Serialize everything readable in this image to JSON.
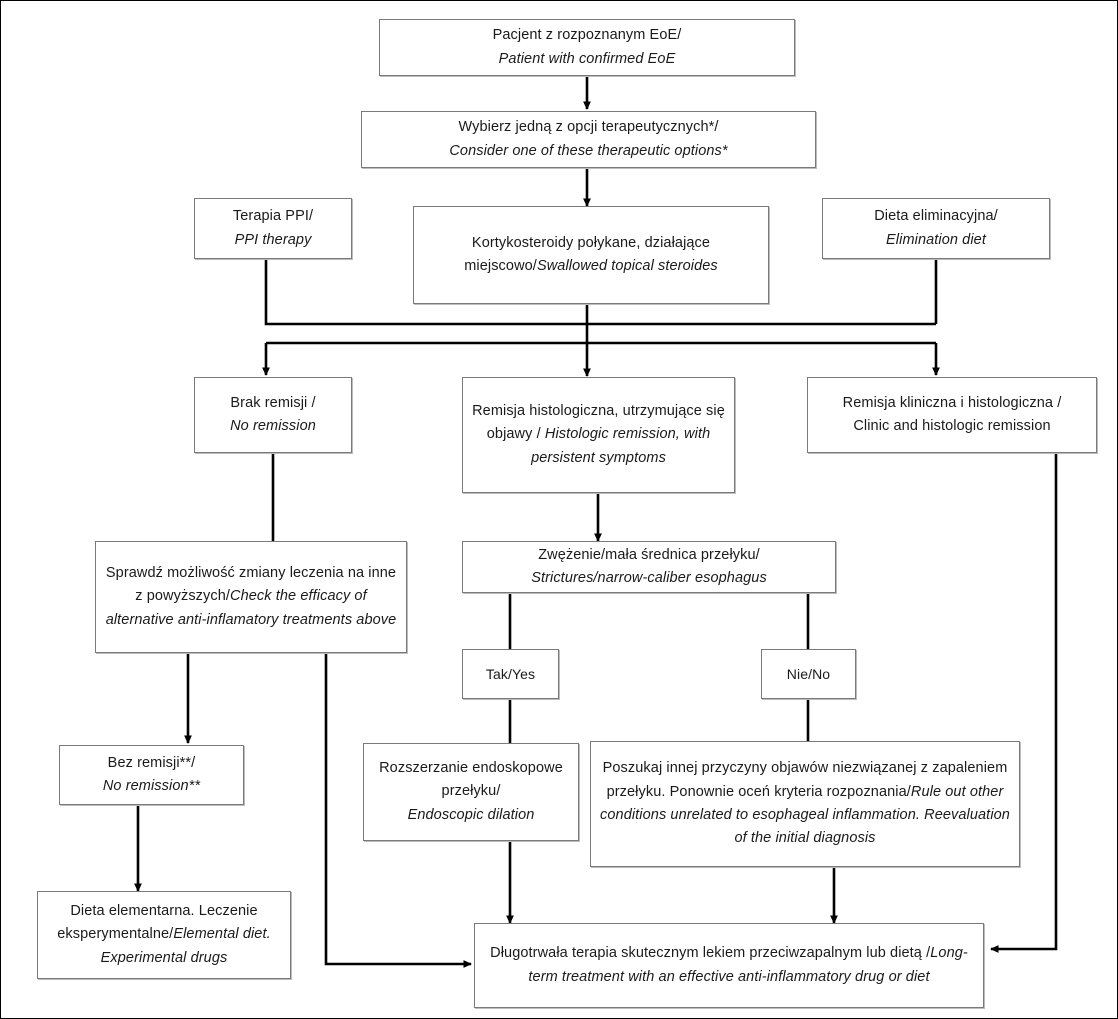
{
  "diagram": {
    "title": "EoE treatment algorithm flowchart",
    "language_note": "Polish / English (italic)",
    "colors": {
      "box_border": "#7a7a7a",
      "box_shadow": "#bdbdbd",
      "connector": "#000000",
      "background": "#ffffff",
      "text": "#1a1a1a"
    }
  },
  "nodes": {
    "patient": {
      "pl": "Pacjent z rozpoznanym EoE/",
      "en": "Patient with confirmed EoE"
    },
    "consider_options": {
      "pl": "Wybierz jedną z opcji terapeutycznych*/",
      "en": "Consider one of these therapeutic options*"
    },
    "ppi": {
      "pl": "Terapia PPI/",
      "en": "PPI therapy"
    },
    "steroids": {
      "pl": "Kortykosteroidy połykane, działające miejscowo/",
      "en": "Swallowed topical steroides"
    },
    "elimination_diet": {
      "pl": "Dieta eliminacyjna/",
      "en": "Elimination diet"
    },
    "no_remission": {
      "pl": "Brak remisji /",
      "en": "No remission"
    },
    "histologic_remission": {
      "pl": "Remisja histologiczna, utrzymujące się objawy /",
      "en": "Histologic remission, with persistent symptoms"
    },
    "clinic_histologic_remission": {
      "pl": "Remisja kliniczna i histologiczna /",
      "en": "Clinic and histologic remission"
    },
    "check_efficacy": {
      "pl": "Sprawdź możliwość zmiany leczenia na inne z powyższych/",
      "en": "Check the efficacy of alternative anti-inflamatory treatments above"
    },
    "strictures": {
      "pl": "Zwężenie/mała średnica przełyku/",
      "en": "Strictures/narrow-caliber esophagus"
    },
    "yes": {
      "label": "Tak/Yes"
    },
    "no": {
      "label": "Nie/No"
    },
    "no_remission_2": {
      "pl": "Bez remisji**/",
      "en": "No remission**"
    },
    "dilation": {
      "pl": "Rozszerzanie endoskopowe przełyku/",
      "en": "Endoscopic dilation"
    },
    "rule_out": {
      "pl": "Poszukaj innej przyczyny objawów niezwiązanej z zapaleniem przełyku. Ponownie oceń kryteria rozpoznania/",
      "en": "Rule out other conditions unrelated to esophageal inflammation. Reevaluation of the initial diagnosis"
    },
    "elemental_diet": {
      "pl": "Dieta elementarna. Leczenie eksperymentalne/",
      "en": "Elemental diet. Experimental drugs"
    },
    "long_term": {
      "pl": "Długotrwała terapia skutecznym lekiem przeciwzapalnym lub dietą /",
      "en": "Long-term treatment with an effective anti-inflammatory drug or diet"
    }
  }
}
